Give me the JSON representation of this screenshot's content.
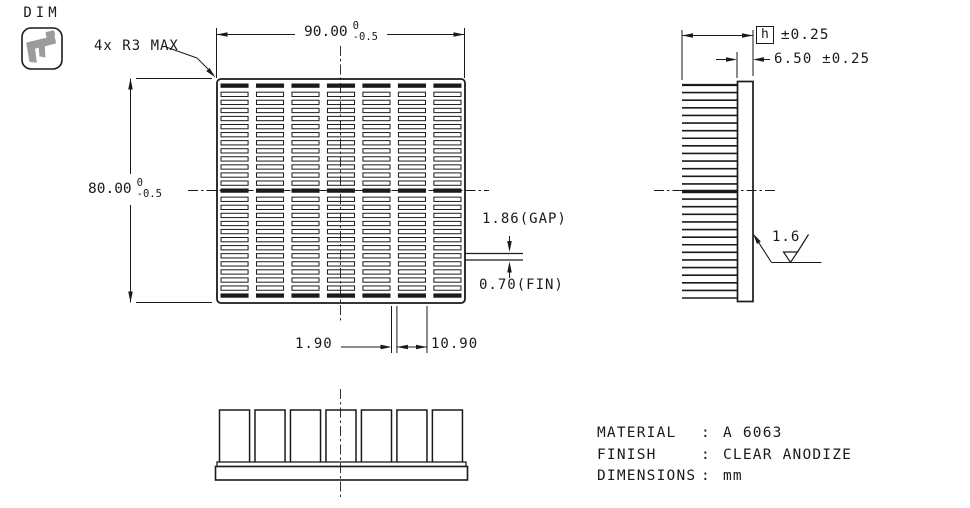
{
  "icon": {
    "label": "DIM",
    "glyph": "caliper-icon"
  },
  "top_view": {
    "corner_note": "4x R3 MAX",
    "width_dim": {
      "value": "90.00",
      "tol_upper": "0",
      "tol_lower": "-0.5"
    },
    "height_dim": {
      "value": "80.00",
      "tol_upper": "0",
      "tol_lower": "-0.5"
    },
    "gap_note": "1.86(GAP)",
    "fin_note": "0.70(FIN)",
    "slot_dim": "1.90",
    "pitch_dim": "10.90",
    "fin_columns": 7,
    "fin_rows": 27
  },
  "side_view": {
    "height_label": "h",
    "height_tol": "±0.25",
    "base_dim": "6.50 ±0.25",
    "roughness": "1.6",
    "fin_count": 29
  },
  "front_view": {
    "fin_count": 7
  },
  "notes": {
    "rows": [
      {
        "label": "MATERIAL",
        "sep": ":",
        "value": "A 6063"
      },
      {
        "label": "FINISH",
        "sep": ":",
        "value": "CLEAR ANODIZE"
      },
      {
        "label": "DIMENSIONS",
        "sep": ":",
        "value": "mm"
      }
    ]
  },
  "colors": {
    "line": "#1a1a1a",
    "icon_gray": "#9c9c9c",
    "background": "#ffffff"
  }
}
